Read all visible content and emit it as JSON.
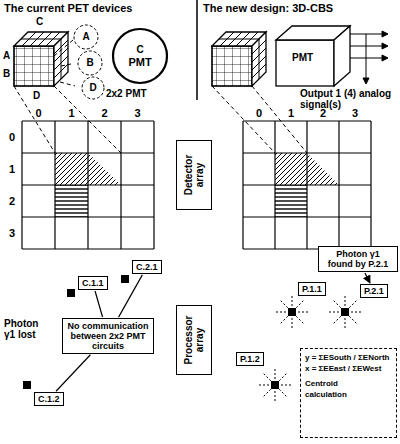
{
  "diagram": {
    "nodes": [
      {
        "text": [
          "A"
        ]
      },
      {
        "text": [
          "C",
          "PMT"
        ]
      },
      {
        "text": [
          "B"
        ]
      },
      {
        "text": [
          "D"
        ]
      },
      {
        "text": [
          "Detector array"
        ]
      },
      {
        "text": [
          "Photon γ1 found by P.2.1"
        ]
      },
      {
        "text": [
          "C.1.1"
        ]
      },
      {
        "text": [
          "C.2.1"
        ]
      },
      {
        "text": [
          "P.1.1"
        ]
      },
      {
        "text": [
          "P.2.1"
        ]
      },
      {
        "text": [
          "Processor array"
        ]
      },
      {
        "text": [
          "No communication between 2x2 PMT circuits"
        ]
      },
      {
        "text": [
          "C.1.2"
        ]
      },
      {
        "text": [
          "P.1.2"
        ]
      },
      {
        "text": [
          "y = ΣESouth / ΣENorth",
          "x = ΣEEast / ΣEWest",
          "Centroid calculation"
        ]
      }
    ],
    "edges": [
      {
        "from": 11,
        "to": 6,
        "arrow": "none"
      },
      {
        "from": 11,
        "to": 7,
        "arrow": "none"
      },
      {
        "from": 11,
        "to": 12,
        "arrow": "none"
      },
      {
        "from": 5,
        "to": 9,
        "arrow": "to"
      }
    ],
    "labels": [
      "The current PET devices",
      "The new design: 3D-CBS",
      "C",
      "A",
      "B",
      "D",
      "2x2 PMT",
      "PMT",
      "Output 1 (4) analog signal(s)",
      "0",
      "1",
      "2",
      "3",
      "0",
      "1",
      "2",
      "3",
      "0",
      "1",
      "2",
      "3",
      "Photon γ1 lost"
    ]
  }
}
